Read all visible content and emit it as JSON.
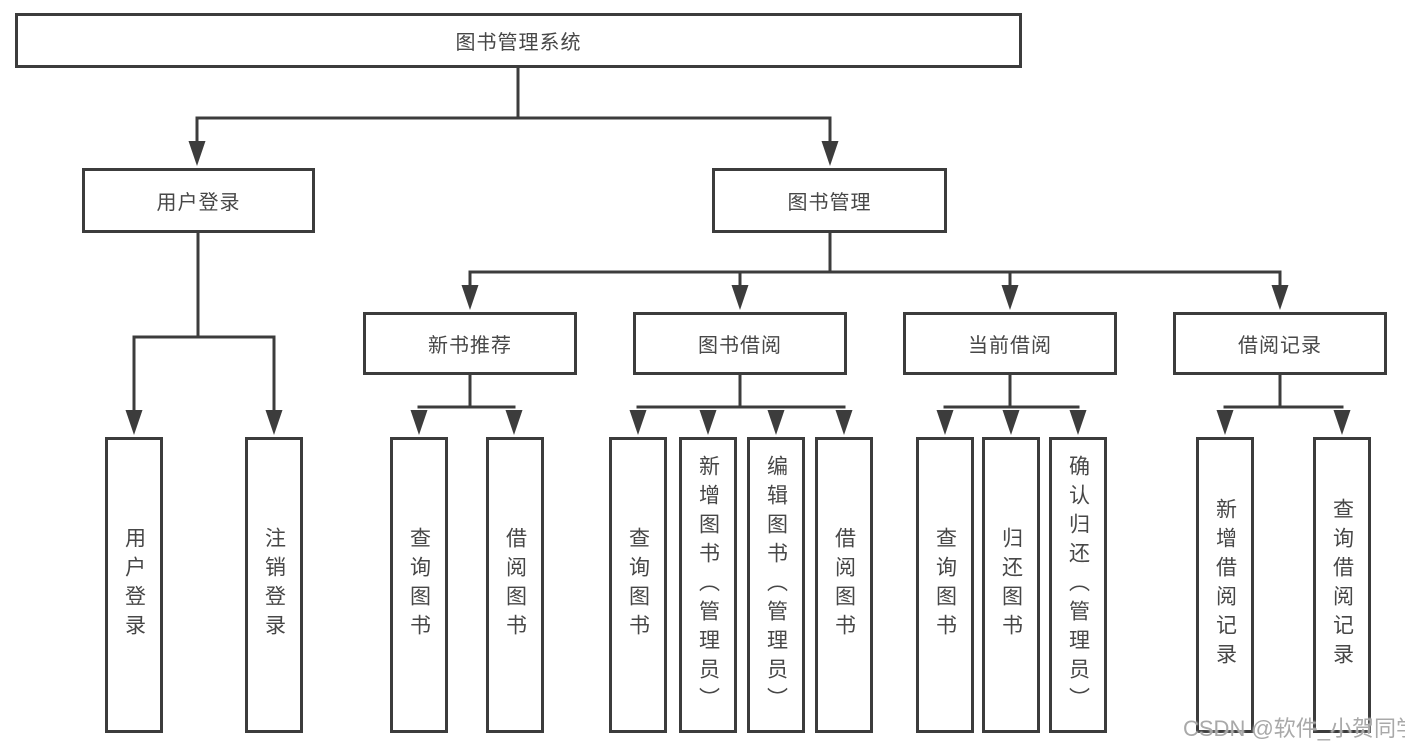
{
  "nodes": {
    "root": "图书管理系统",
    "user_login": "用户登录",
    "book_management": "图书管理",
    "new_book_recommend": "新书推荐",
    "book_borrow": "图书借阅",
    "current_borrow": "当前借阅",
    "borrow_record": "借阅记录",
    "ul_user_login": "用户登录",
    "ul_logout": "注销登录",
    "nb_query_book": "查询图书",
    "nb_borrow_book": "借阅图书",
    "bb_query_book": "查询图书",
    "bb_add_book": "新增图书（管理员）",
    "bb_edit_book": "编辑图书（管理员）",
    "bb_borrow_book": "借阅图书",
    "cb_query_book": "查询图书",
    "cb_return_book": "归还图书",
    "cb_confirm_return": "确认归还（管理员）",
    "br_add_record": "新增借阅记录",
    "br_query_record": "查询借阅记录"
  },
  "watermark": "CSDN @软件_小贺同学",
  "colors": {
    "line": "#3c3c3c",
    "text": "#474747",
    "background": "#ffffff",
    "watermark": "#a9a9a9"
  }
}
